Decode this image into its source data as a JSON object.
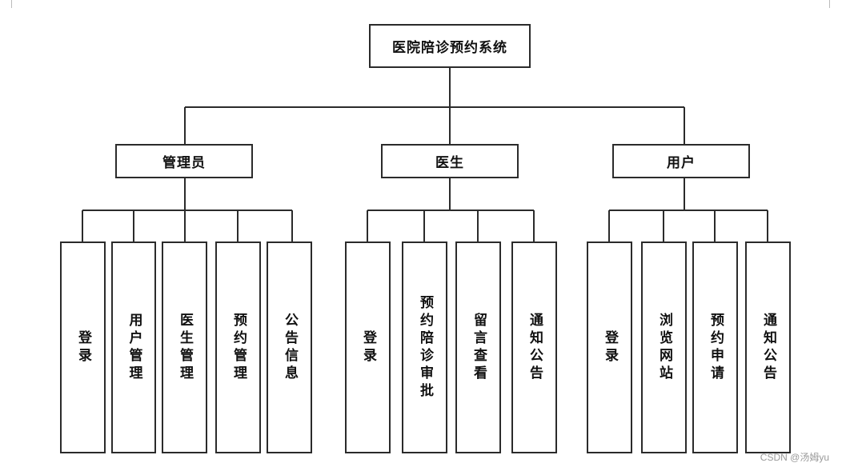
{
  "root": {
    "label": "医院陪诊预约系统"
  },
  "roles": [
    {
      "label": "管理员",
      "modules": [
        "登录",
        "用户管理",
        "医生管理",
        "预约管理",
        "公告信息"
      ]
    },
    {
      "label": "医生",
      "modules": [
        "登录",
        "预约陪诊审批",
        "留言查看",
        "通知公告"
      ]
    },
    {
      "label": "用户",
      "modules": [
        "登录",
        "浏览网站",
        "预约申请",
        "通知公告"
      ]
    }
  ],
  "watermark": "CSDN @汤姆yu",
  "colors": {
    "stroke": "#2b2b2b",
    "text": "#111111",
    "watermark": "#9a9a9a"
  }
}
